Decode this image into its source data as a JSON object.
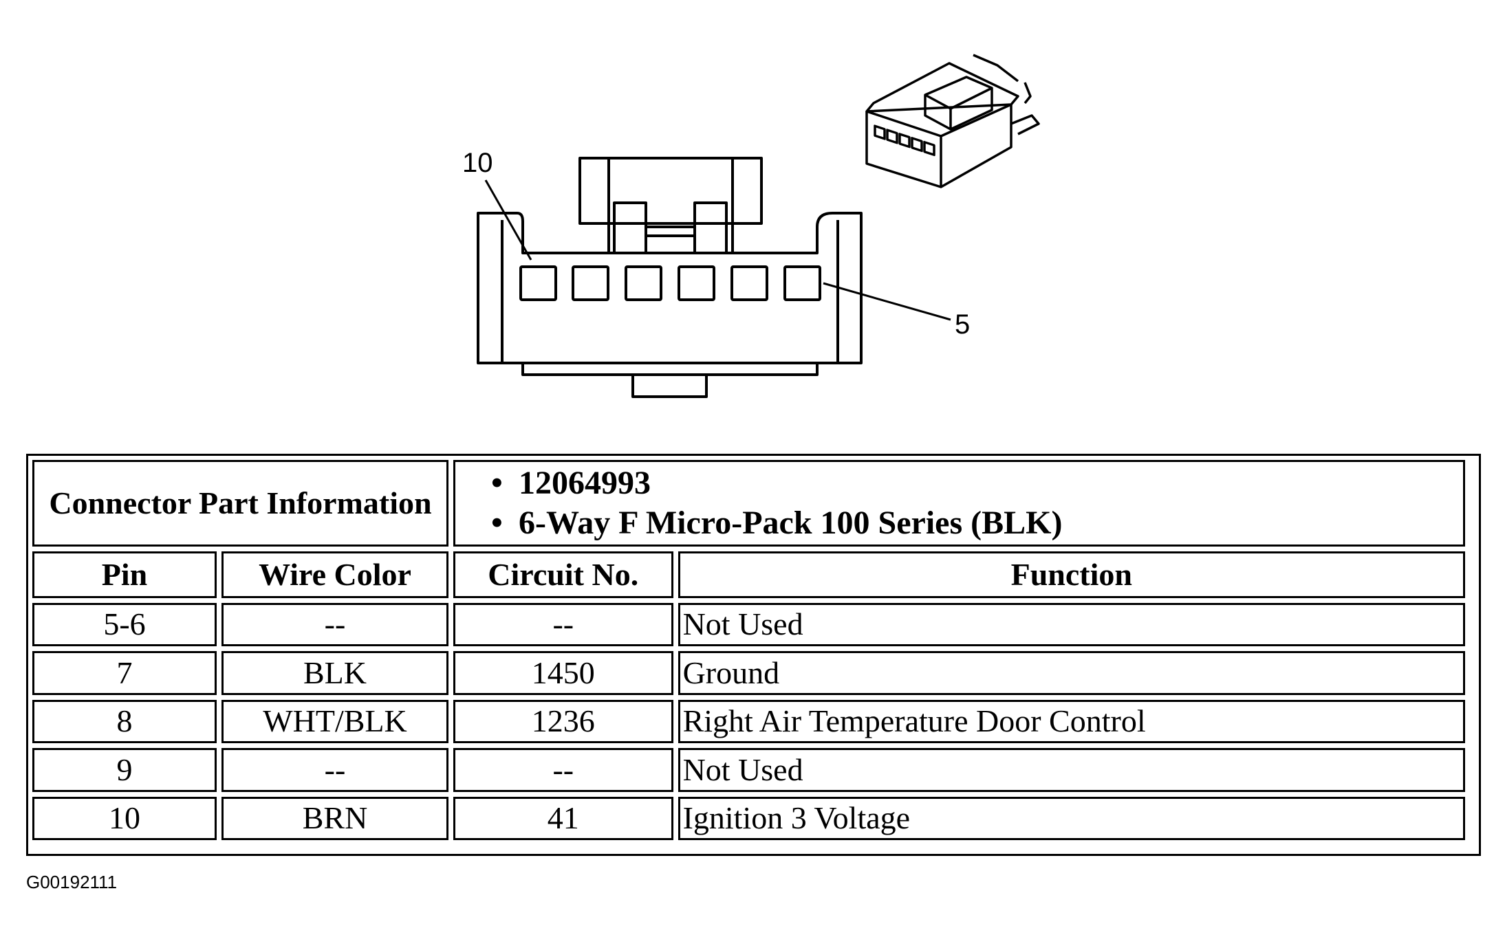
{
  "callouts": {
    "pin_left": "10",
    "pin_right": "5"
  },
  "connector_info": {
    "label": "Connector Part Information",
    "items": [
      "12064993",
      "6-Way F Micro-Pack 100 Series (BLK)"
    ]
  },
  "columns": [
    "Pin",
    "Wire Color",
    "Circuit No.",
    "Function"
  ],
  "rows": [
    {
      "pin": "5-6",
      "wire": "--",
      "circuit": "--",
      "function": "Not Used"
    },
    {
      "pin": "7",
      "wire": "BLK",
      "circuit": "1450",
      "function": "Ground"
    },
    {
      "pin": "8",
      "wire": "WHT/BLK",
      "circuit": "1236",
      "function": "Right Air Temperature Door Control"
    },
    {
      "pin": "9",
      "wire": "--",
      "circuit": "--",
      "function": "Not Used"
    },
    {
      "pin": "10",
      "wire": "BRN",
      "circuit": "41",
      "function": "Ignition 3 Voltage"
    }
  ],
  "figure_id": "G00192111"
}
